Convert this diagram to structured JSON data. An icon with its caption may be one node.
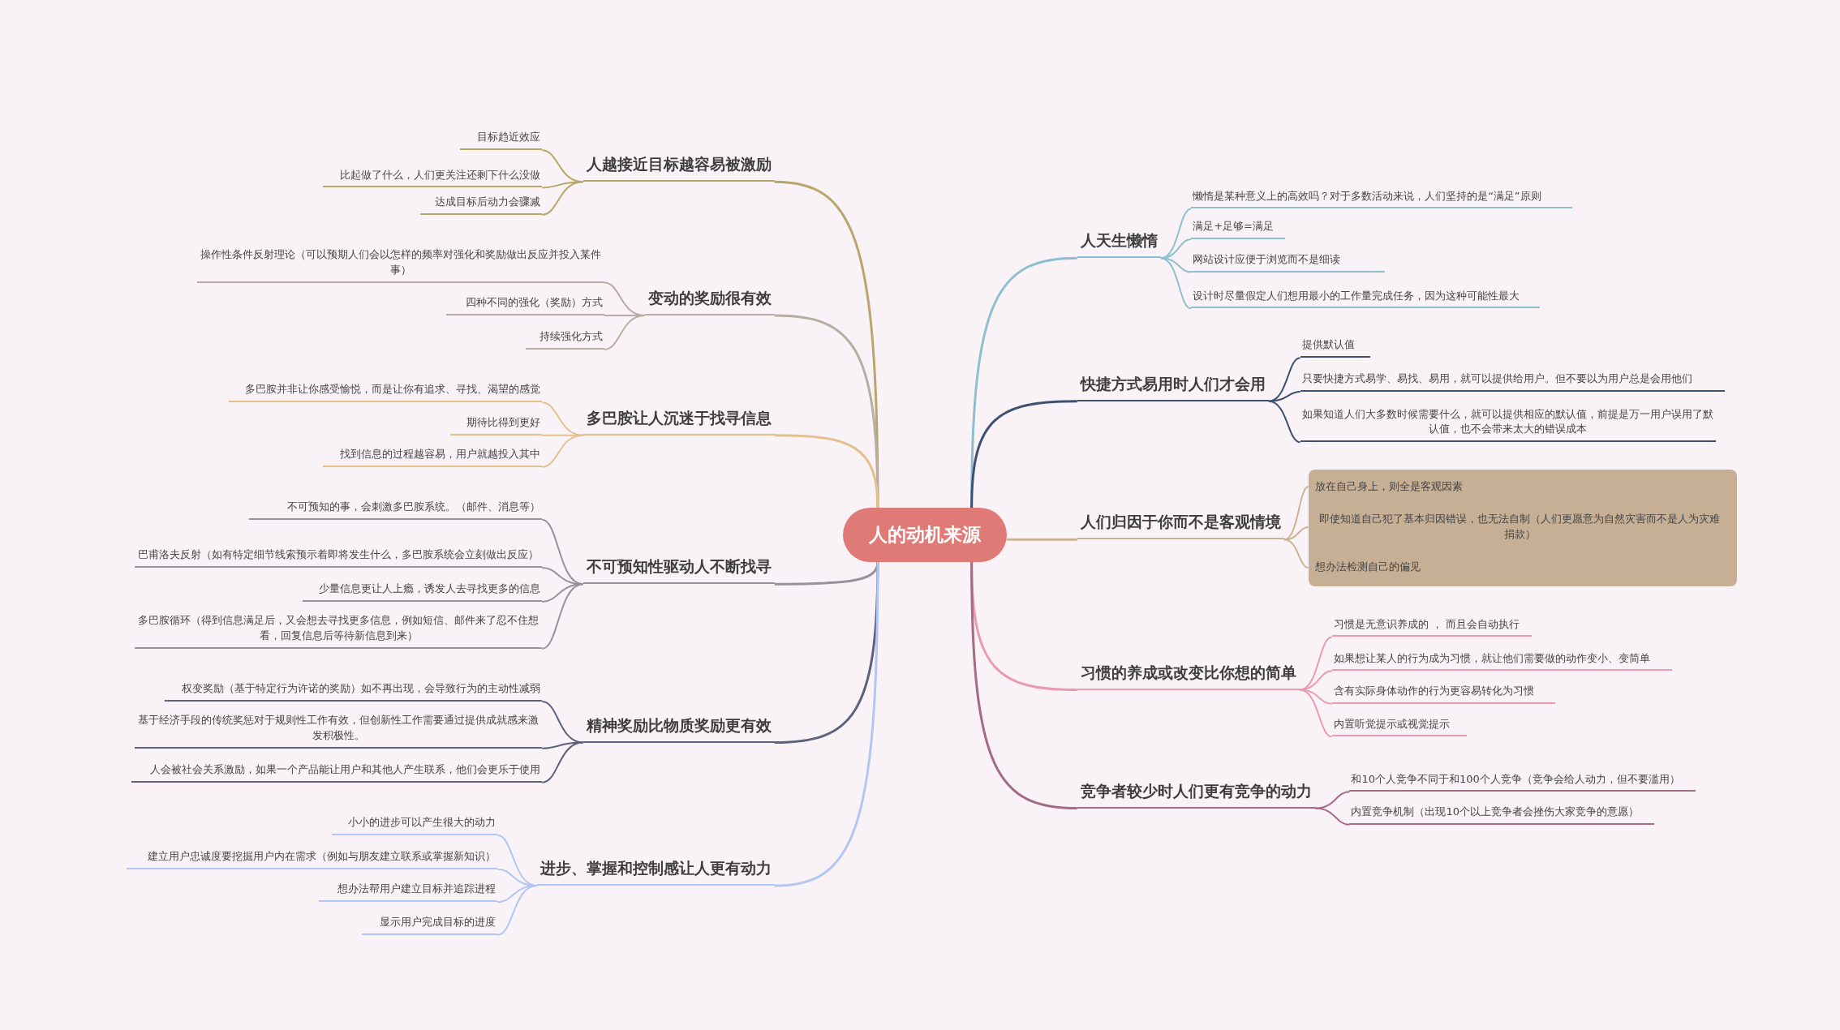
{
  "diagram": {
    "nodes": [
      {
        "text": [
          "人的动机来源"
        ]
      },
      {
        "text": [
          "人越接近目标越容易被激励"
        ]
      },
      {
        "text": [
          "目标趋近效应"
        ]
      },
      {
        "text": [
          "比起做了什么，人们更关注还剩下什么没做"
        ]
      },
      {
        "text": [
          "达成目标后动力会骤减"
        ]
      },
      {
        "text": [
          "变动的奖励很有效"
        ]
      },
      {
        "text": [
          "操作性条件反射理论（可以预期人们会以怎样的频率对强化和奖励做出反应并投入某件事）"
        ]
      },
      {
        "text": [
          "四种不同的强化（奖励）方式"
        ]
      },
      {
        "text": [
          "持续强化方式"
        ]
      },
      {
        "text": [
          "多巴胺让人沉迷于找寻信息"
        ]
      },
      {
        "text": [
          "多巴胺并非让你感受愉悦，而是让你有追求、寻找、渴望的感觉"
        ]
      },
      {
        "text": [
          "期待比得到更好"
        ]
      },
      {
        "text": [
          "找到信息的过程越容易，用户就越投入其中"
        ]
      },
      {
        "text": [
          "不可预知性驱动人不断找寻"
        ]
      },
      {
        "text": [
          "不可预知的事，会刺激多巴胺系统。（邮件、消息等）"
        ]
      },
      {
        "text": [
          "巴甫洛夫反射（如有特定细节线索预示着即将发生什么，多巴胺系统会立刻做出反应）"
        ]
      },
      {
        "text": [
          "少量信息更让人上瘾，诱发人去寻找更多的信息"
        ]
      },
      {
        "text": [
          "多巴胺循环（得到信息满足后，又会想去寻找更多信息，例如短信、邮件来了忍不住想看，回复信息后等待新信息到来）"
        ]
      },
      {
        "text": [
          "精神奖励比物质奖励更有效"
        ]
      },
      {
        "text": [
          "权变奖励（基于特定行为许诺的奖励）如不再出现，会导致行为的主动性减弱"
        ]
      },
      {
        "text": [
          "基于经济手段的传统奖惩对于规则性工作有效，但创新性工作需要通过提供成就感来激发积极性。"
        ]
      },
      {
        "text": [
          "人会被社会关系激励，如果一个产品能让用户和其他人产生联系，他们会更乐于使用"
        ]
      },
      {
        "text": [
          "进步、掌握和控制感让人更有动力"
        ]
      },
      {
        "text": [
          "小小的进步可以产生很大的动力"
        ]
      },
      {
        "text": [
          "建立用户忠诚度要挖掘用户内在需求（例如与朋友建立联系或掌握新知识）"
        ]
      },
      {
        "text": [
          "想办法帮用户建立目标并追踪进程"
        ]
      },
      {
        "text": [
          "显示用户完成目标的进度"
        ]
      },
      {
        "text": [
          "人天生懒惰"
        ]
      },
      {
        "text": [
          "懒惰是某种意义上的高效吗？对于多数活动来说，人们坚持的是“满足”原则"
        ]
      },
      {
        "text": [
          "满足+足够=满足"
        ]
      },
      {
        "text": [
          "网站设计应便于浏览而不是细读"
        ]
      },
      {
        "text": [
          "设计时尽量假定人们想用最小的工作量完成任务，因为这种可能性最大"
        ]
      },
      {
        "text": [
          "快捷方式易用时人们才会用"
        ]
      },
      {
        "text": [
          "提供默认值"
        ]
      },
      {
        "text": [
          "只要快捷方式易学、易找、易用，就可以提供给用户。但不要以为用户总是会用他们"
        ]
      },
      {
        "text": [
          "如果知道人们大多数时候需要什么，就可以提供相应的默认值，前提是万一用户误用了默认值，也不会带来太大的错误成本"
        ]
      },
      {
        "text": [
          "人们归因于你而不是客观情境"
        ]
      },
      {
        "text": [],
        "shape": "box"
      },
      {
        "text": [
          "放在自己身上，则全是客观因素"
        ],
        "in": 37
      },
      {
        "text": [
          "即使知道自己犯了基本归因错误，也无法自制（人们更愿意为自然灾害而不是人为灾难捐款）"
        ],
        "in": 37
      },
      {
        "text": [
          "想办法检测自己的偏见"
        ],
        "in": 37
      },
      {
        "text": [
          "习惯的养成或改变比你想的简单"
        ]
      },
      {
        "text": [
          "习惯是无意识养成的 ， 而且会自动执行"
        ]
      },
      {
        "text": [
          "如果想让某人的行为成为习惯，就让他们需要做的动作变小、变简单"
        ]
      },
      {
        "text": [
          "含有实际身体动作的行为更容易转化为习惯"
        ]
      },
      {
        "text": [
          "内置听觉提示或视觉提示"
        ]
      },
      {
        "text": [
          "竞争者较少时人们更有竞争的动力"
        ]
      },
      {
        "text": [
          "和10个人竞争不同于和100个人竞争（竞争会给人动力，但不要滥用）"
        ]
      },
      {
        "text": [
          "内置竞争机制（出现10个以上竞争者会挫伤大家竞争的意愿）"
        ]
      }
    ],
    "edges": [
      {
        "from": 0,
        "to": 1,
        "arrow": "none",
        "color": "#b9a66a"
      },
      {
        "from": 0,
        "to": 5,
        "arrow": "none",
        "color": "#b9aca2"
      },
      {
        "from": 0,
        "to": 9,
        "arrow": "none",
        "color": "#e2c18c"
      },
      {
        "from": 0,
        "to": 13,
        "arrow": "none",
        "color": "#97939a"
      },
      {
        "from": 0,
        "to": 18,
        "arrow": "none",
        "color": "#5c617c"
      },
      {
        "from": 0,
        "to": 22,
        "arrow": "none",
        "color": "#b3c5f3"
      },
      {
        "from": 0,
        "to": 27,
        "arrow": "none",
        "color": "#8fbfcf"
      },
      {
        "from": 0,
        "to": 32,
        "arrow": "none",
        "color": "#3f5070"
      },
      {
        "from": 0,
        "to": 36,
        "arrow": "none",
        "color": "#cbb393"
      },
      {
        "from": 0,
        "to": 41,
        "arrow": "none",
        "color": "#eb9bb0"
      },
      {
        "from": 0,
        "to": 46,
        "arrow": "none",
        "color": "#a46b83"
      },
      {
        "from": 1,
        "to": 2,
        "arrow": "none",
        "color": "#b9a66a"
      },
      {
        "from": 1,
        "to": 3,
        "arrow": "none",
        "color": "#b9a66a"
      },
      {
        "from": 1,
        "to": 4,
        "arrow": "none",
        "color": "#b9a66a"
      },
      {
        "from": 5,
        "to": 6,
        "arrow": "none",
        "color": "#b9aca2"
      },
      {
        "from": 5,
        "to": 7,
        "arrow": "none",
        "color": "#b9aca2"
      },
      {
        "from": 5,
        "to": 8,
        "arrow": "none",
        "color": "#b9aca2"
      },
      {
        "from": 9,
        "to": 10,
        "arrow": "none",
        "color": "#e2c18c"
      },
      {
        "from": 9,
        "to": 11,
        "arrow": "none",
        "color": "#e2c18c"
      },
      {
        "from": 9,
        "to": 12,
        "arrow": "none",
        "color": "#e2c18c"
      },
      {
        "from": 13,
        "to": 14,
        "arrow": "none",
        "color": "#97939a"
      },
      {
        "from": 13,
        "to": 15,
        "arrow": "none",
        "color": "#97939a"
      },
      {
        "from": 13,
        "to": 16,
        "arrow": "none",
        "color": "#97939a"
      },
      {
        "from": 13,
        "to": 17,
        "arrow": "none",
        "color": "#97939a"
      },
      {
        "from": 18,
        "to": 19,
        "arrow": "none",
        "color": "#5c617c"
      },
      {
        "from": 18,
        "to": 20,
        "arrow": "none",
        "color": "#5c617c"
      },
      {
        "from": 18,
        "to": 21,
        "arrow": "none",
        "color": "#5c617c"
      },
      {
        "from": 22,
        "to": 23,
        "arrow": "none",
        "color": "#b3c5f3"
      },
      {
        "from": 22,
        "to": 24,
        "arrow": "none",
        "color": "#b3c5f3"
      },
      {
        "from": 22,
        "to": 25,
        "arrow": "none",
        "color": "#b3c5f3"
      },
      {
        "from": 22,
        "to": 26,
        "arrow": "none",
        "color": "#b3c5f3"
      },
      {
        "from": 27,
        "to": 28,
        "arrow": "none",
        "color": "#8fbfcf"
      },
      {
        "from": 27,
        "to": 29,
        "arrow": "none",
        "color": "#8fbfcf"
      },
      {
        "from": 27,
        "to": 30,
        "arrow": "none",
        "color": "#8fbfcf"
      },
      {
        "from": 27,
        "to": 31,
        "arrow": "none",
        "color": "#8fbfcf"
      },
      {
        "from": 32,
        "to": 33,
        "arrow": "none",
        "color": "#3f5070"
      },
      {
        "from": 32,
        "to": 34,
        "arrow": "none",
        "color": "#3f5070"
      },
      {
        "from": 32,
        "to": 35,
        "arrow": "none",
        "color": "#3f5070"
      },
      {
        "from": 36,
        "to": 38,
        "arrow": "none",
        "color": "#cbb393"
      },
      {
        "from": 36,
        "to": 39,
        "arrow": "none",
        "color": "#cbb393"
      },
      {
        "from": 36,
        "to": 40,
        "arrow": "none",
        "color": "#cbb393"
      },
      {
        "from": 41,
        "to": 42,
        "arrow": "none",
        "color": "#eb9bb0"
      },
      {
        "from": 41,
        "to": 43,
        "arrow": "none",
        "color": "#eb9bb0"
      },
      {
        "from": 41,
        "to": 44,
        "arrow": "none",
        "color": "#eb9bb0"
      },
      {
        "from": 41,
        "to": 45,
        "arrow": "none",
        "color": "#eb9bb0"
      },
      {
        "from": 46,
        "to": 47,
        "arrow": "none",
        "color": "#a46b83"
      },
      {
        "from": 46,
        "to": 48,
        "arrow": "none",
        "color": "#a46b83"
      }
    ]
  }
}
